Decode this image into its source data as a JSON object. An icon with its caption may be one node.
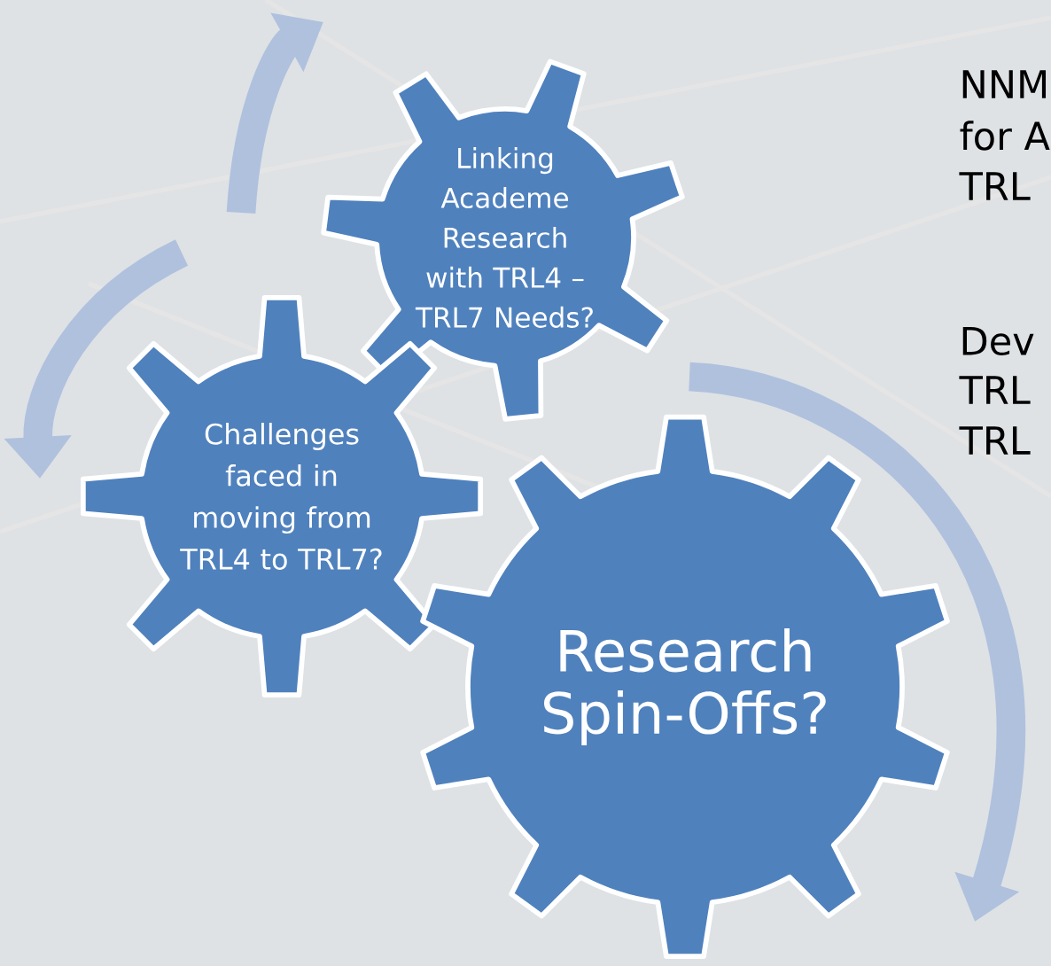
{
  "diagram": {
    "nodes": [
      {
        "text": [
          "Linking Academe Research with TRL4 – TRL7 Needs?"
        ]
      },
      {
        "text": [
          "Challenges faced in moving from TRL4 to TRL7?"
        ]
      },
      {
        "text": [
          "Research Spin-Offs?"
        ]
      }
    ],
    "labels": [
      "NNM",
      "for A",
      "TRL",
      "Dev",
      "TRL",
      "TRL"
    ]
  }
}
